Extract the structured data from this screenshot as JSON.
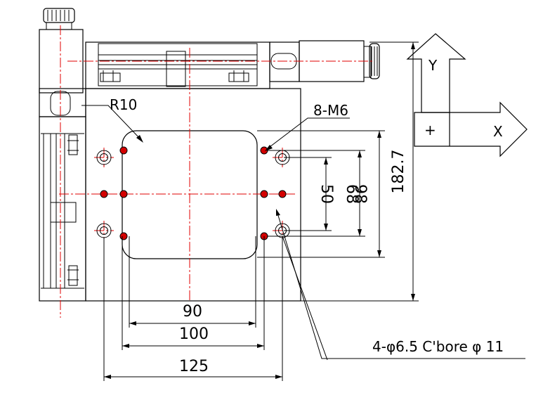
{
  "labels": {
    "radius": "R10",
    "tapped_holes": "8-M6",
    "counterbore": "4-φ6.5 C'bore φ 11",
    "dim_50": "50",
    "dim_68": "68",
    "dim_98": "98",
    "dim_182_7": "182.7",
    "dim_90": "90",
    "dim_100": "100",
    "dim_125": "125",
    "axis_y": "Y",
    "axis_x": "X",
    "axis_origin": "+"
  },
  "colors": {
    "line": "#000000",
    "centerline": "#e00000",
    "hole_fill": "#d40000"
  }
}
